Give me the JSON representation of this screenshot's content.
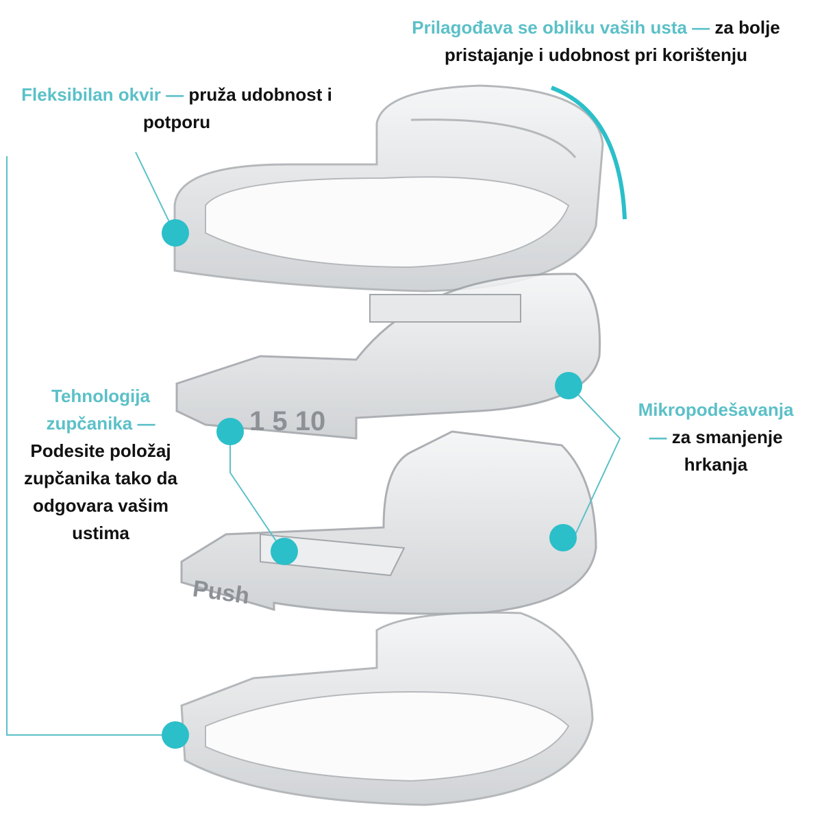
{
  "colors": {
    "accent": "#5bc0c8",
    "dot": "#2bbfc9",
    "text": "#111111"
  },
  "callouts": {
    "top_right": {
      "highlight": "Prilagođava se obliku vaših usta —",
      "rest_line1": "za bolje",
      "rest_line2": "pristajanje i udobnost pri korištenju"
    },
    "top_left": {
      "highlight": "Fleksibilan okvir —",
      "rest_line1": "pruža udobnost i",
      "rest_line2": "potporu"
    },
    "left_mid": {
      "highlight_line1": "Tehnologija",
      "highlight_line2": "zupčanika —",
      "rest_line1": "Podesite položaj",
      "rest_line2": "zupčanika tako da",
      "rest_line3": "odgovara vašim",
      "rest_line4": "ustima"
    },
    "right_mid": {
      "highlight_line1": "Mikropodešavanja",
      "highlight_line2": "—",
      "rest_line2": "za smanjenje",
      "rest_line3": "hrkanja"
    }
  },
  "product": {
    "engraving_top": "1 5 10",
    "engraving_bottom": "Push"
  }
}
